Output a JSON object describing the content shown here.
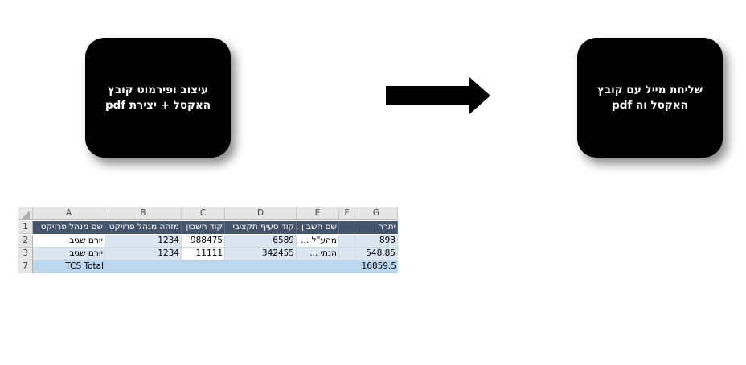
{
  "steps": [
    {
      "lines": [
        "עיצוב ופירמוט קובץ",
        "האקסל + יצירת pdf"
      ]
    },
    {
      "lines": [
        "שליחת מייל עם קובץ",
        "האקסל וה pdf"
      ]
    }
  ],
  "spreadsheet": {
    "column_letters": [
      "A",
      "B",
      "C",
      "D",
      "E",
      "F",
      "G"
    ],
    "headers": [
      "שם מנהל פרויקט",
      "מזהה מנהל פרויקט",
      "קוד חשבון",
      "קוד סעיף תקציבי",
      "שם חשבון ...",
      "",
      "יתרה"
    ],
    "rows": [
      {
        "num": "1"
      },
      {
        "num": "2",
        "cells": [
          "יורם שגיב",
          "1234",
          "988475",
          "6589",
          "מהע\"ל ...",
          "",
          "893"
        ]
      },
      {
        "num": "3",
        "cells": [
          "יורם שגיב",
          "1234",
          "11111",
          "342455",
          "הנתי ...",
          "",
          "548.85"
        ]
      },
      {
        "num": "7",
        "total_label": "TCS Total",
        "total_value": "16859.5"
      }
    ]
  },
  "colors": {
    "box": "#000000",
    "header": "#44546a",
    "row_alt": "#dce6f1",
    "total": "#bdd7ee"
  }
}
